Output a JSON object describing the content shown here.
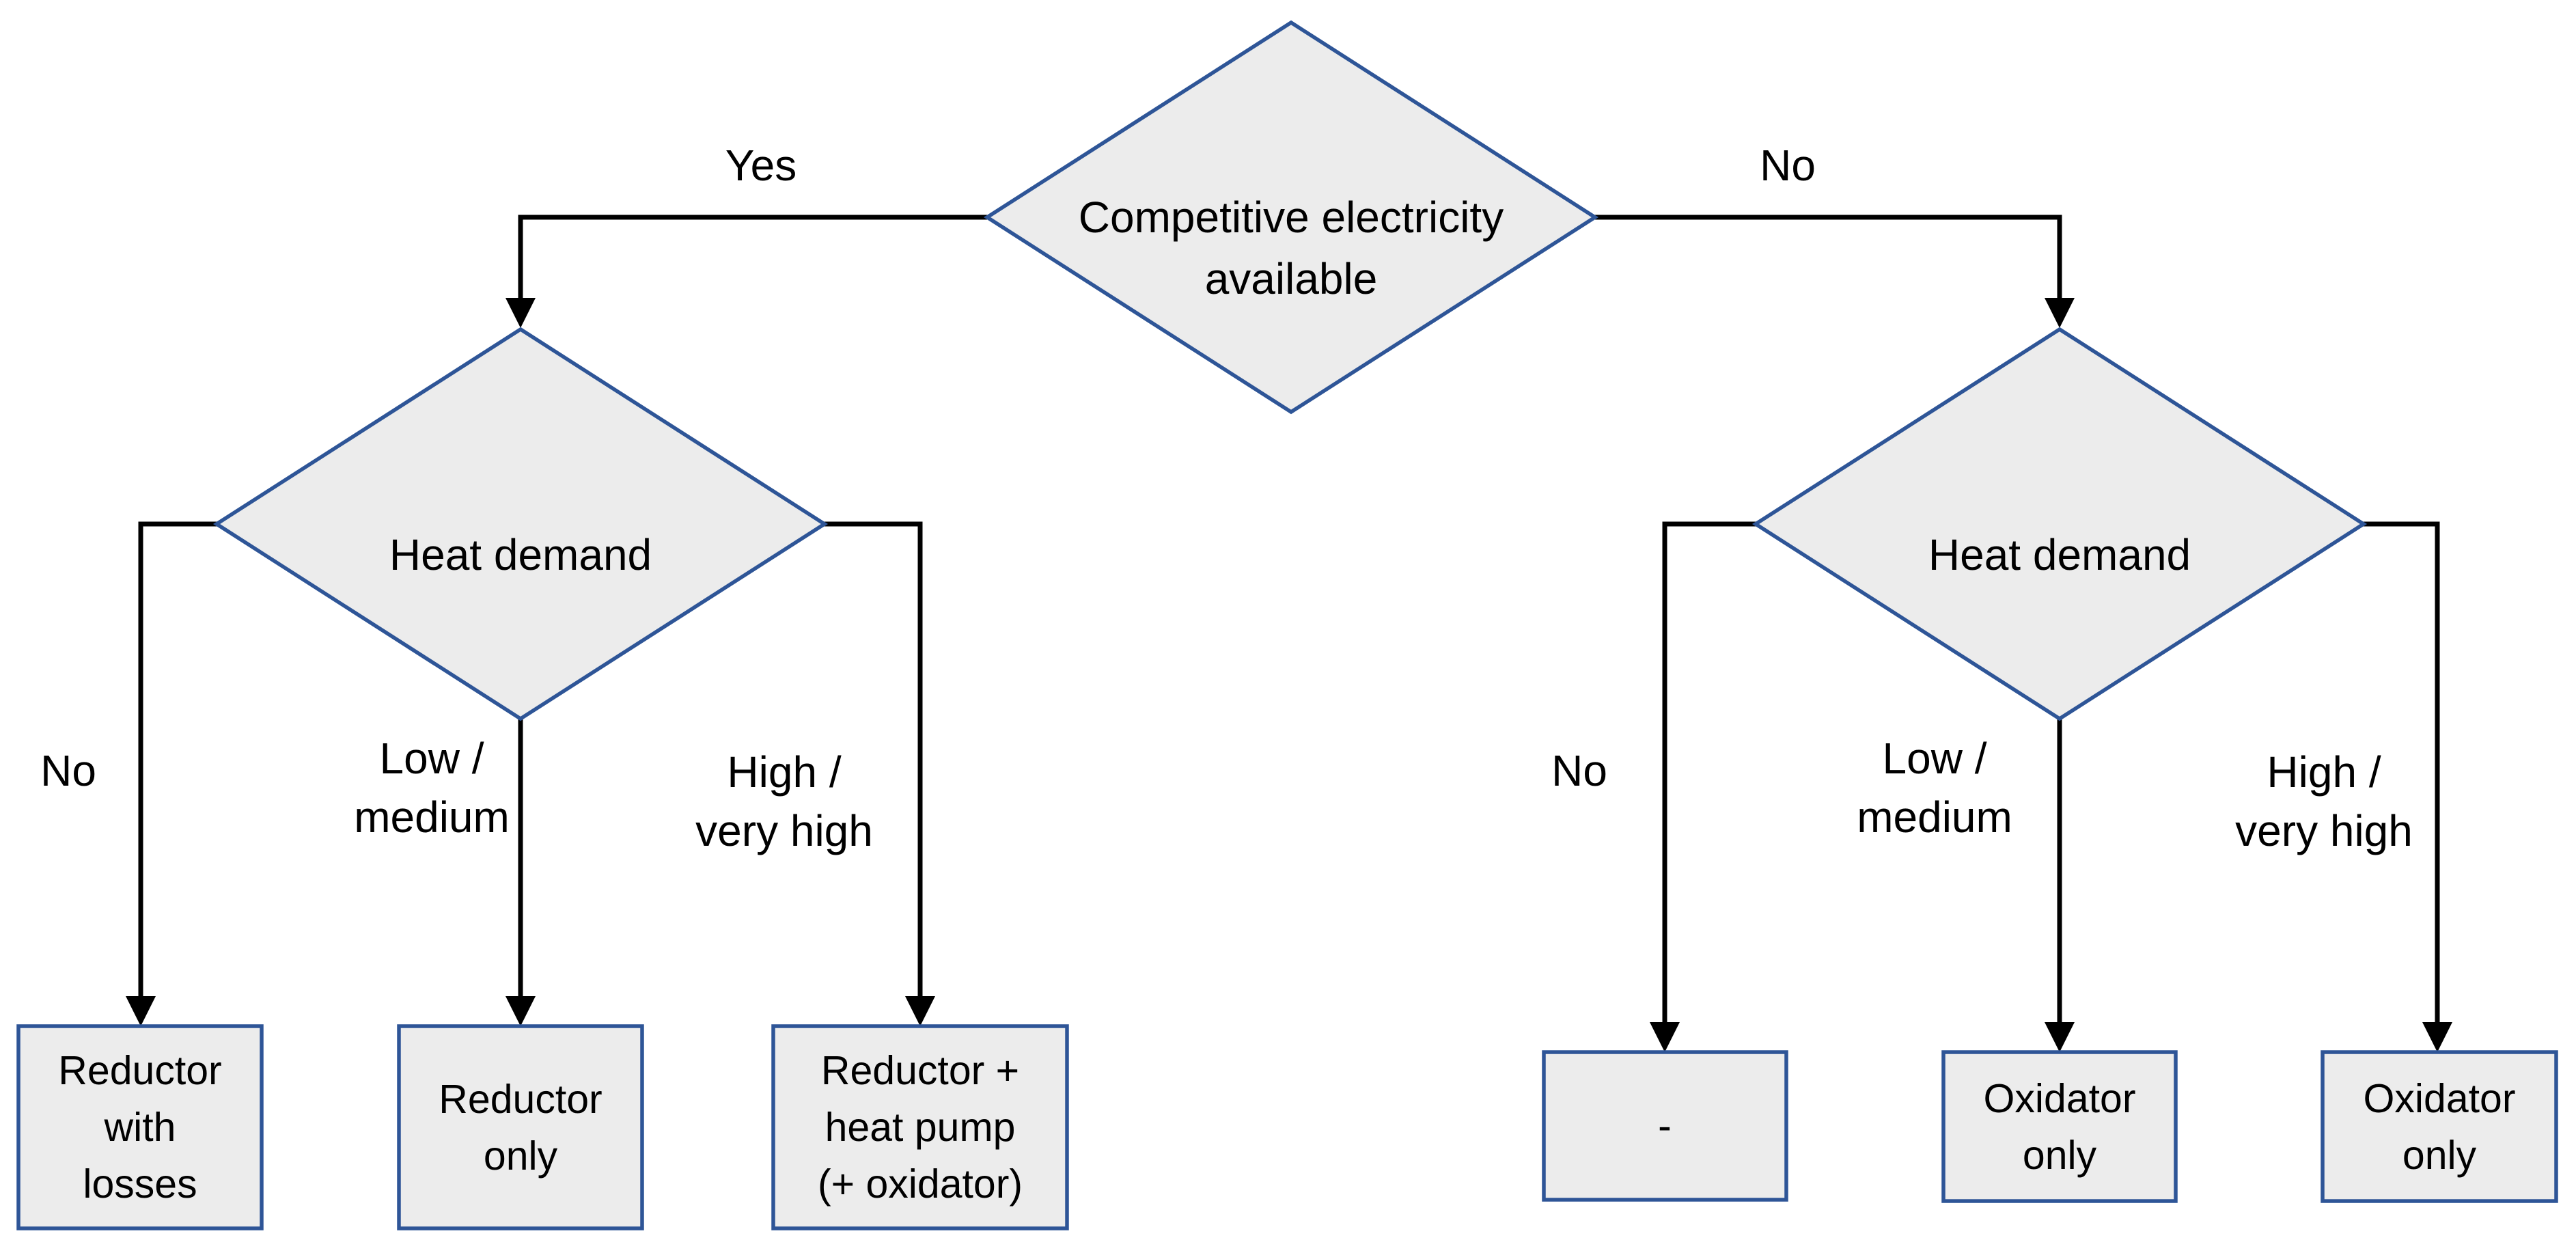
{
  "colors": {
    "background": "#ffffff",
    "node_fill": "#ececec",
    "node_border": "#2e5597",
    "edge": "#000000",
    "text": "#000000"
  },
  "flowchart": {
    "root_decision": {
      "line1": "Competitive electricity",
      "line2": "available"
    },
    "left_decision": "Heat demand",
    "right_decision": "Heat demand",
    "edge_labels": {
      "top_yes": "Yes",
      "top_no": "No",
      "left_no": "No",
      "left_low_line1": "Low /",
      "left_low_line2": "medium",
      "left_high_line1": "High /",
      "left_high_line2": "very high",
      "right_no": "No",
      "right_low_line1": "Low /",
      "right_low_line2": "medium",
      "right_high_line1": "High /",
      "right_high_line2": "very high"
    },
    "outcomes": {
      "reductor_with_losses": {
        "line1": "Reductor",
        "line2": "with",
        "line3": "losses"
      },
      "reductor_only": {
        "line1": "Reductor",
        "line2": "only"
      },
      "reductor_heat_pump": {
        "line1": "Reductor +",
        "line2": "heat pump",
        "line3": "(+ oxidator)"
      },
      "none": {
        "line1": "-"
      },
      "oxidator_only_left": {
        "line1": "Oxidator",
        "line2": "only"
      },
      "oxidator_only_right": {
        "line1": "Oxidator",
        "line2": "only"
      }
    }
  }
}
